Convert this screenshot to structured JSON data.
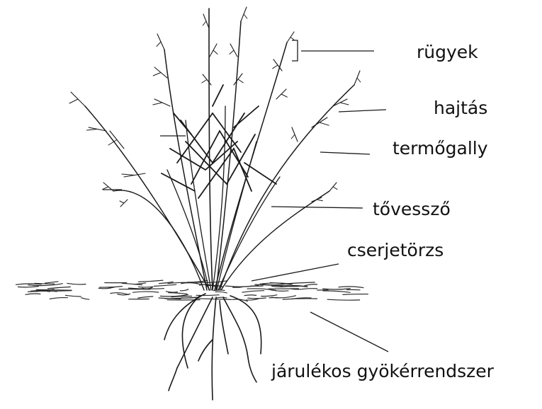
{
  "labels": {
    "rugyek": "rügyek",
    "hajtas": "hajtás",
    "termogally": "termőgally",
    "tovesszo": "tővessző",
    "cserjetorzs": "cserjetörzs",
    "gyokerrendszer": "járulékos gyökérrendszer"
  },
  "colors": {
    "line": "#1a1a1a",
    "ink": "#111111"
  }
}
